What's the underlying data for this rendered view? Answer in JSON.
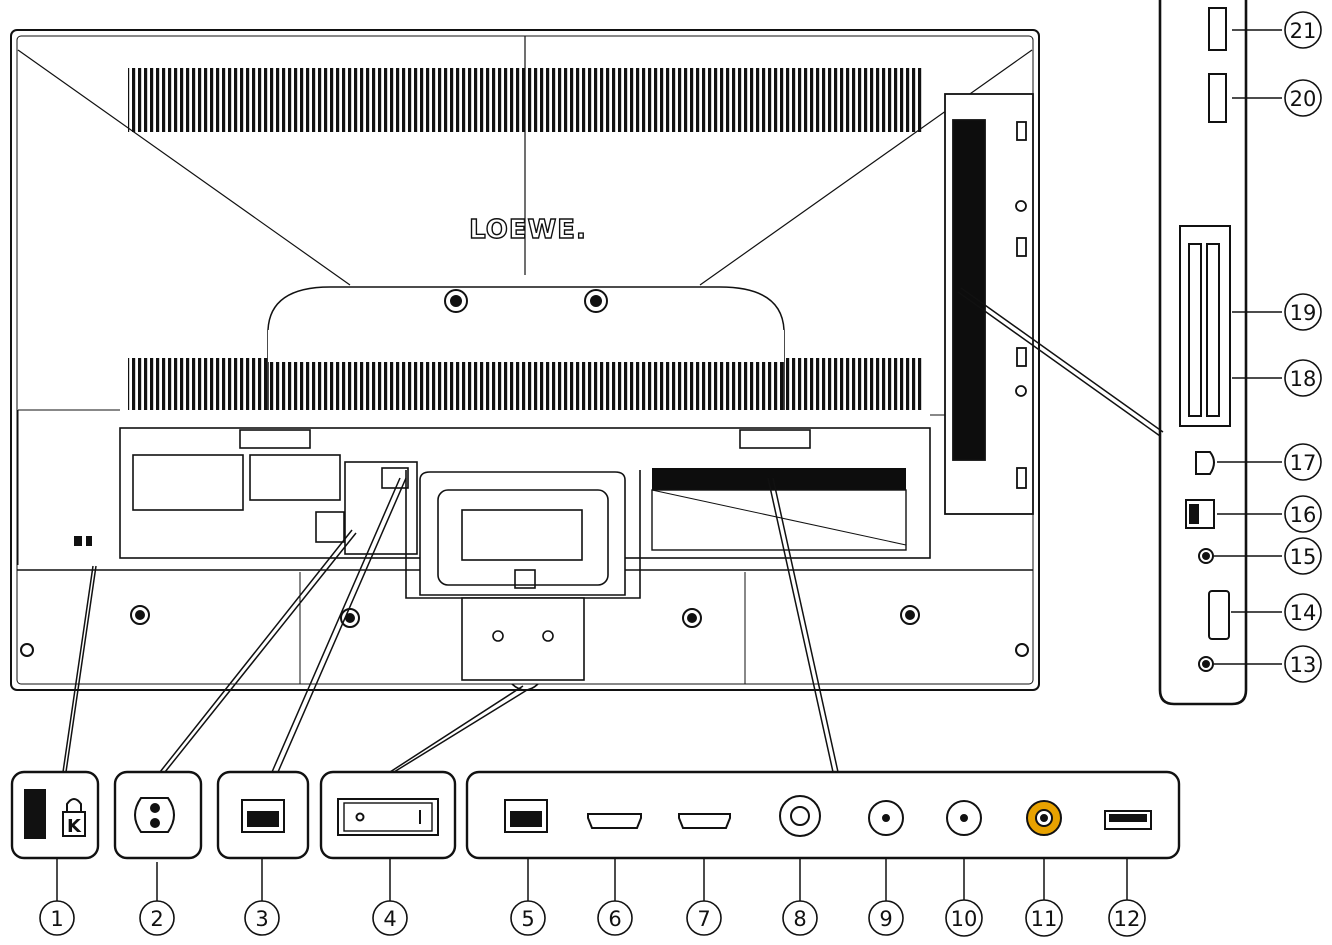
{
  "brand": "LOEWE.",
  "callouts": [
    "1",
    "2",
    "3",
    "4",
    "5",
    "6",
    "7",
    "8",
    "9",
    "10",
    "11",
    "12",
    "13",
    "14",
    "15",
    "16",
    "17",
    "18",
    "19",
    "20",
    "21"
  ],
  "colors": {
    "line": "#111111",
    "fill": "#ffffff",
    "panel": "#0d0d0d",
    "accent_connector": "#e8a200"
  },
  "icons": {
    "1": "kensington-lock-icon",
    "2": "power-socket-icon",
    "3": "network-port-icon",
    "4": "power-switch-icon",
    "5": "lan-port-icon",
    "6": "hdmi-port-icon",
    "7": "hdmi-port-icon",
    "8": "antenna-coax-icon",
    "9": "satellite-in-icon",
    "10": "satellite-in-icon",
    "11": "audio-digital-out-icon",
    "12": "usb-port-icon",
    "13": "headphone-jack-icon",
    "14": "hdmi-port-icon",
    "15": "audio-jack-icon",
    "16": "mini-av-port-icon",
    "17": "mini-usb-icon",
    "18": "ci-slot-icon",
    "19": "ci-slot-icon",
    "20": "usb-port-icon",
    "21": "usb-port-icon"
  }
}
